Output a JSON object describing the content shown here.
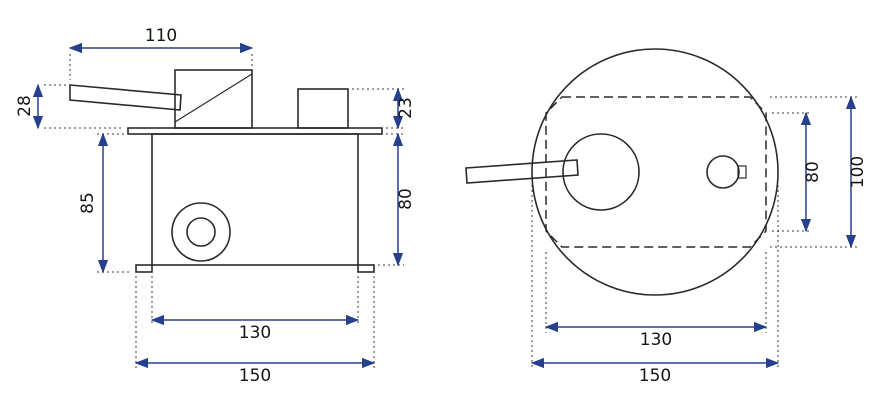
{
  "colors": {
    "object_line": "#2b2b2b",
    "dimension_line": "#27408e",
    "text": "#161616",
    "background": "#ffffff"
  },
  "side_view": {
    "dim_top_width": "110",
    "dim_handle_height": "28",
    "dim_knob_height": "23",
    "dim_body_height_left": "85",
    "dim_body_height_right": "80",
    "dim_inner_width": "130",
    "dim_overall_width": "150"
  },
  "front_view": {
    "dim_inner_height": "80",
    "dim_overall_height": "100",
    "dim_inner_width": "130",
    "dim_overall_width": "150"
  }
}
